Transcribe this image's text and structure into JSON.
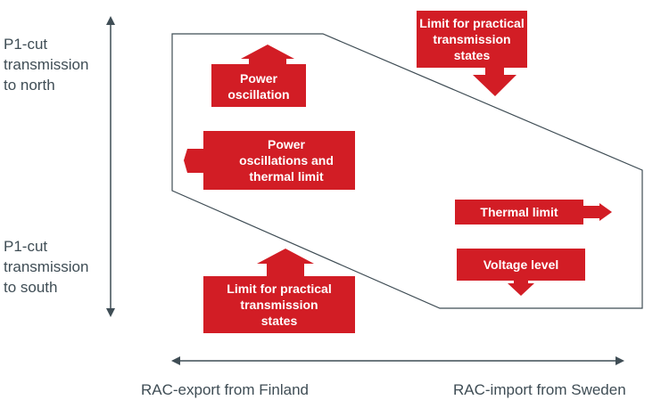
{
  "axes": {
    "y_top_label": [
      "P1-cut",
      "transmission",
      "to north"
    ],
    "y_bottom_label": [
      "P1-cut",
      "transmission",
      "to south"
    ],
    "x_left_label": "RAC-export from Finland",
    "x_right_label": "RAC-import from Sweden"
  },
  "constraints": [
    {
      "id": "power-oscillation",
      "lines": [
        "Power",
        "oscillation"
      ],
      "direction": "up"
    },
    {
      "id": "power-oscillations-thermal",
      "lines": [
        "Power",
        "oscillations and",
        "thermal limit"
      ],
      "direction": "left"
    },
    {
      "id": "limit-practical-top",
      "lines": [
        "Limit for practical",
        "transmission",
        "states"
      ],
      "direction": "down"
    },
    {
      "id": "thermal-limit",
      "lines": [
        "Thermal limit"
      ],
      "direction": "right"
    },
    {
      "id": "voltage-level",
      "lines": [
        "Voltage level"
      ],
      "direction": "down"
    },
    {
      "id": "limit-practical-bottom",
      "lines": [
        "Limit for practical",
        "transmission",
        "states"
      ],
      "direction": "up"
    }
  ],
  "colors": {
    "accent": "#d21d25",
    "axis": "#3f4d55",
    "region_outline": "#3f4d55"
  }
}
